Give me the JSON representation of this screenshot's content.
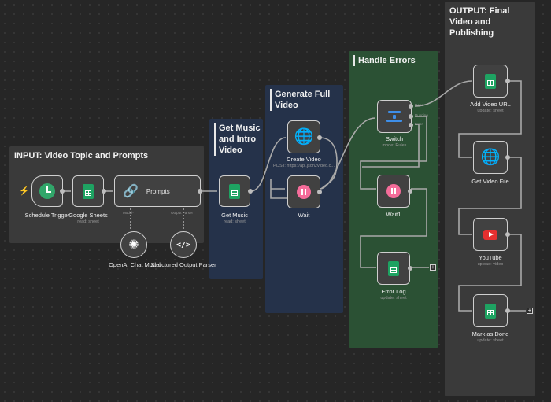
{
  "groups": {
    "input": "INPUT: Video Topic and Prompts",
    "music": "Get Music and Intro Video",
    "video": "Generate Full Video",
    "errors": "Handle Errors",
    "output": "OUTPUT: Final Video and Publishing"
  },
  "nodes": {
    "schedule": {
      "label": "Schedule Trigger",
      "icon": "clock-icon"
    },
    "gsheets": {
      "label": "Google Sheets",
      "sub": "read: sheet",
      "icon": "sheet-icon"
    },
    "prompts": {
      "label": "Prompts",
      "icon": "link-icon",
      "port_model": "Model*",
      "port_parser": "Output Parser"
    },
    "openai": {
      "label": "OpenAI Chat Model",
      "icon": "openai-icon"
    },
    "parser": {
      "label": "Structured Output Parser",
      "icon": "code-icon"
    },
    "getmusic": {
      "label": "Get Music",
      "sub": "read: sheet",
      "icon": "sheet-icon"
    },
    "createvideo": {
      "label": "Create Video",
      "sub": "POST: https://api.json2video.c...",
      "icon": "globe-icon"
    },
    "wait": {
      "label": "Wait",
      "icon": "pause-icon"
    },
    "switch": {
      "label": "Switch",
      "sub": "mode: Rules",
      "icon": "switch-icon",
      "out1": "Done",
      "out2": "Running",
      "out3": "Error"
    },
    "wait1": {
      "label": "Wait1",
      "icon": "pause-icon"
    },
    "errorlog": {
      "label": "Error Log",
      "sub": "update: sheet",
      "icon": "sheet-icon"
    },
    "addurl": {
      "label": "Add Video URL",
      "sub": "update: sheet",
      "icon": "sheet-icon"
    },
    "getfile": {
      "label": "Get Video File",
      "icon": "globe-icon"
    },
    "youtube": {
      "label": "YouTube",
      "sub": "upload: video",
      "icon": "youtube-icon"
    },
    "markdone": {
      "label": "Mark as Done",
      "sub": "update: sheet",
      "icon": "sheet-icon"
    }
  },
  "colors": {
    "canvas": "#262626",
    "group_dark": "#3a3a3a",
    "group_blue": "#25324a",
    "group_green": "#2b5134",
    "sheet_green": "#1ea362",
    "wait_pink": "#f56c9a",
    "globe_purple": "#8b86f2",
    "youtube_red": "#e53030"
  },
  "plus_glyph": "+"
}
